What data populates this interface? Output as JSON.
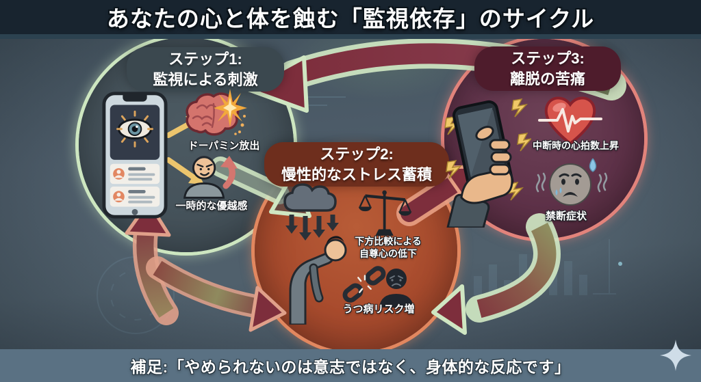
{
  "title": "あなたの心と体を蝕む「監視依存」のサイクル",
  "footer_note": "補足:「やめられないのは意志ではなく、身体的な反応です」",
  "steps": {
    "step1": {
      "heading_line1": "ステップ1:",
      "heading_line2": "監視による刺激",
      "label_dopamine": "ドーパミン放出",
      "label_superiority": "一時的な優越感"
    },
    "step2": {
      "heading_line1": "ステップ2:",
      "heading_line2": "慢性的なストレス蓄積",
      "label_comparison_line1": "下方比較による",
      "label_comparison_line2": "自尊心の低下",
      "label_depression": "うつ病リスク増"
    },
    "step3": {
      "heading_line1": "ステップ3:",
      "heading_line2": "離脱の苦痛",
      "label_heartrate": "中断時の心拍数上昇",
      "label_withdrawal": "禁断症状"
    }
  },
  "icons": {
    "surveillance-phone-icon": "smartphone showing watching eye and profile feed",
    "brain-spark-icon": "brain with dopamine burst star",
    "smug-person-icon": "smug person with rising arrow",
    "storm-cloud-icon": "dark cloud with falling arrows",
    "bowing-person-icon": "person slumped forward in stress",
    "scales-icon": "tilted comparison scales",
    "broken-chain-icon": "broken chain link",
    "sad-silhouette-icon": "dark sad figure",
    "hand-phone-icon": "hand gripping buzzing smartphone",
    "lightning-icon": "alert lightning bolts",
    "heart-pulse-icon": "heart with pulse line",
    "distressed-face-icon": "sweating anxious face with shivers",
    "sparkle-icon": "four point sparkle"
  },
  "colors": {
    "title_bar_bg": "#18242f",
    "footer_bar_bg": "#5a7183",
    "step1_fill": "#45525a",
    "step1_ring": "#cde6c0",
    "step2_fill": "#a84b2d",
    "step2_ring": "#e2875f",
    "step3_fill": "#5f3249",
    "step3_ring": "#e2837b",
    "cycle_arrow": "#7d2e3c",
    "highlight_yellow": "#ecc56d"
  }
}
